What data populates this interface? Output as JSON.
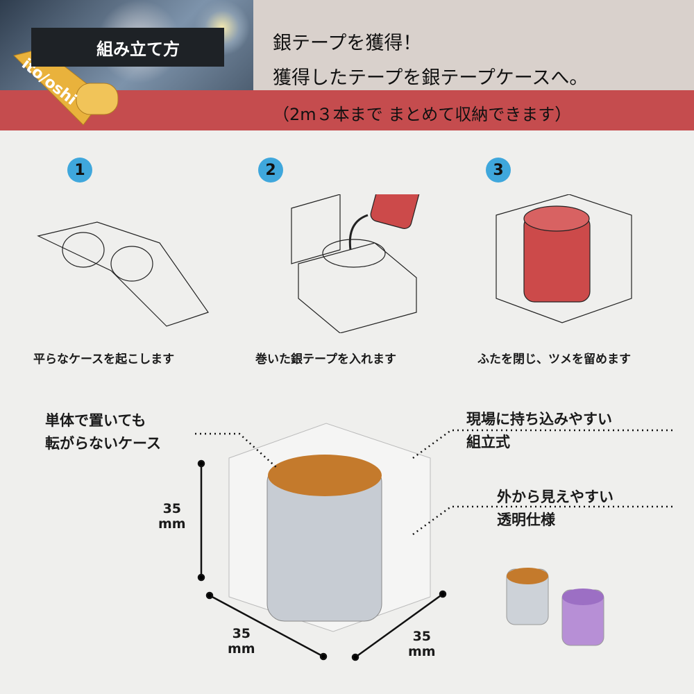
{
  "header": {
    "section_label": "組み立て方",
    "logo": "ito/oshi",
    "line1": "銀テープを獲得！",
    "line2": "獲得したテープを銀テープケースへ。",
    "line3": "（2m３本まで まとめて収納できます）"
  },
  "steps": [
    {
      "number": "1",
      "caption": "平らなケースを起こします"
    },
    {
      "number": "2",
      "caption": "巻いた銀テープを入れます"
    },
    {
      "number": "3",
      "caption": "ふたを閉じ、ツメを留めます"
    }
  ],
  "callouts": {
    "left": [
      "単体で置いても",
      "転がらないケース"
    ],
    "right1": [
      "現場に持ち込みやすい",
      "組立式"
    ],
    "right2": [
      "外から見えやすい",
      "透明仕様"
    ]
  },
  "dimensions": {
    "height": [
      "35",
      "mm"
    ],
    "width": [
      "35",
      "mm"
    ],
    "depth": [
      "35",
      "mm"
    ]
  },
  "colors": {
    "accent_red": "#c54c4e",
    "step_blue": "#3fa7dc",
    "tape_red": "#cc4a4a"
  }
}
